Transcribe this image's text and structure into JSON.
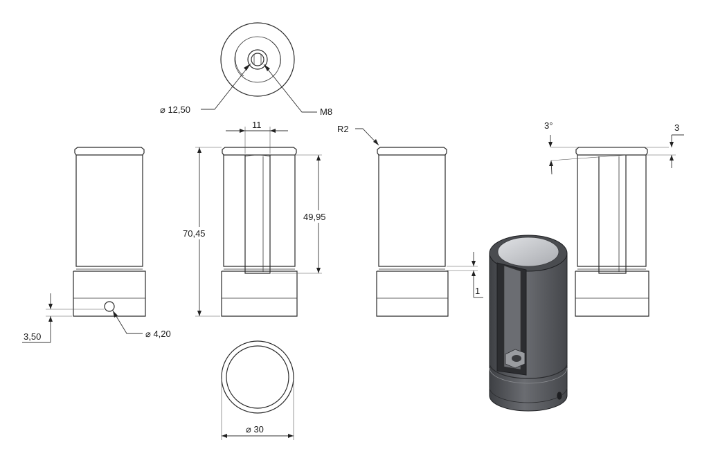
{
  "dimensions": {
    "top_hole_diameter": "⌀ 12,50",
    "thread": "M8",
    "slot_width": "11",
    "total_height": "70,45",
    "slot_height": "49,95",
    "edge_radius": "R2",
    "step_height": "1",
    "cross_hole_offset": "3,50",
    "cross_hole_diameter": "⌀ 4,20",
    "outer_diameter": "⌀ 30",
    "taper_angle": "3°",
    "taper_depth": "3"
  },
  "colors": {
    "line": "#2a2a2a",
    "body_shade": "#5f6166",
    "body_dark": "#3a3c40",
    "cap_light": "#c9cbcf"
  }
}
